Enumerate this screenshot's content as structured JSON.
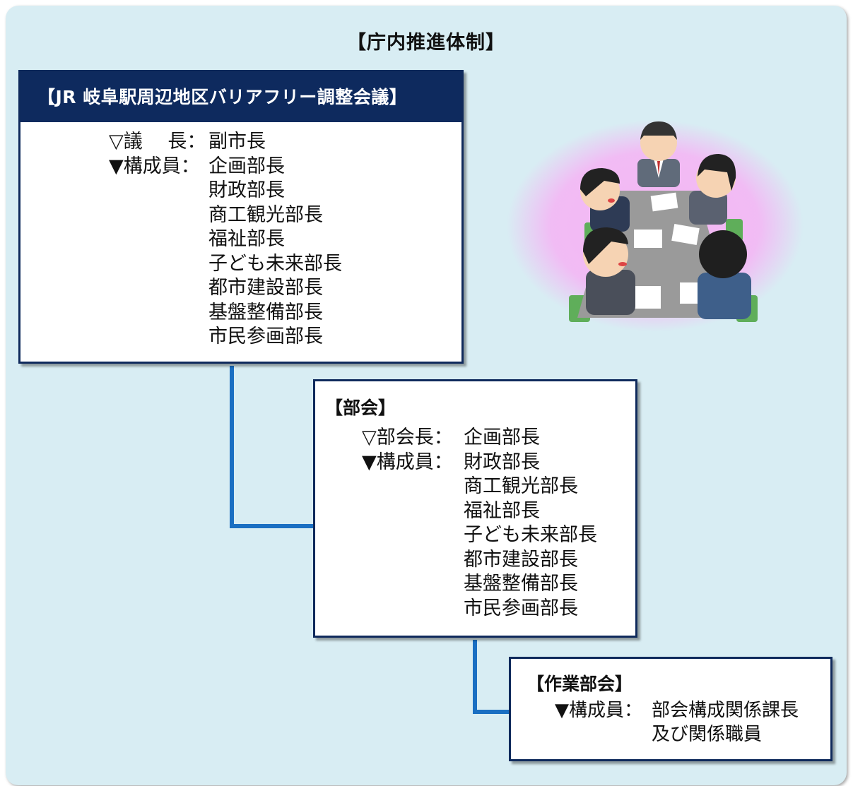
{
  "title": "【庁内推進体制】",
  "council": {
    "header": "【JR 岐阜駅周辺地区バリアフリー調整会議】",
    "chair_label": "▽議　 長：",
    "chair_value": "副市長",
    "members_label": "▼構成員：",
    "members": [
      "企画部長",
      "財政部長",
      "商工観光部長",
      "福祉部長",
      "子ども未来部長",
      "都市建設部長",
      "基盤整備部長",
      "市民参画部長"
    ]
  },
  "subcommittee": {
    "header": "【部会】",
    "chair_label": "▽部会長：",
    "chair_value": "企画部長",
    "members_label": "▼構成員：",
    "members": [
      "財政部長",
      "商工観光部長",
      "福祉部長",
      "子ども未来部長",
      "都市建設部長",
      "基盤整備部長",
      "市民参画部長"
    ]
  },
  "working_group": {
    "header": "【作業部会】",
    "members_label": "▼構成員：",
    "members": [
      "部会構成関係課長",
      "及び関係職員"
    ]
  },
  "colors": {
    "panel_bg": "#d8edf3",
    "header_navy": "#0e2a5e",
    "connector_blue": "#1a6fc2",
    "glow_pink": "#f4b6f4"
  },
  "illustration": "meeting-illustration"
}
